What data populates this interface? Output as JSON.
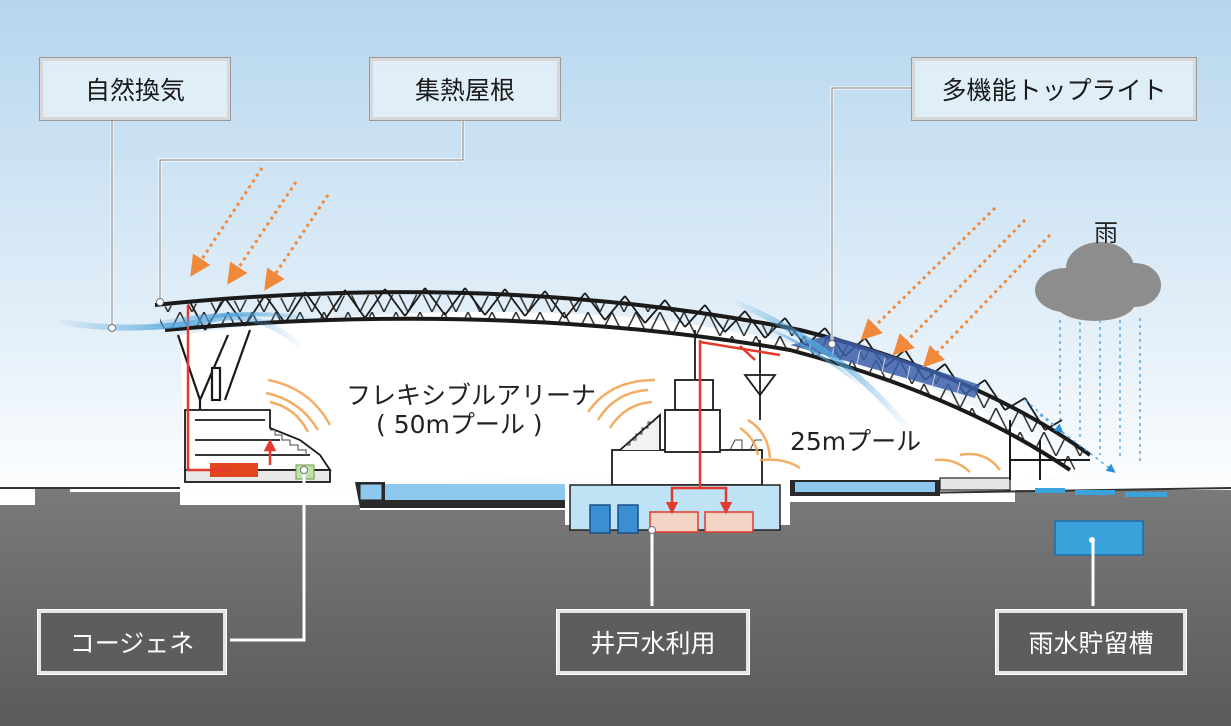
{
  "labels": {
    "natural_ventilation": "自然換気",
    "heat_roof": "集熱屋根",
    "toplight": "多機能トップライト",
    "cogeneration": "コージェネ",
    "well_water": "井戸水利用",
    "rain_tank": "雨水貯留槽"
  },
  "floating": {
    "rain": "雨",
    "arena": "フレキシブルアリーナ",
    "arena_sub": "( 50mプール )",
    "pool25": "25mプール"
  },
  "colors": {
    "sky_top": "#b6d6ee",
    "sky_bottom": "#ffffff",
    "ground": "#6a6a6a",
    "sun_arrow": "#f08a3a",
    "heat_pipe": "#e23b2e",
    "water": "#3aa3dc",
    "rain": "#5aa8e0",
    "cloud": "#8d8d8d"
  }
}
